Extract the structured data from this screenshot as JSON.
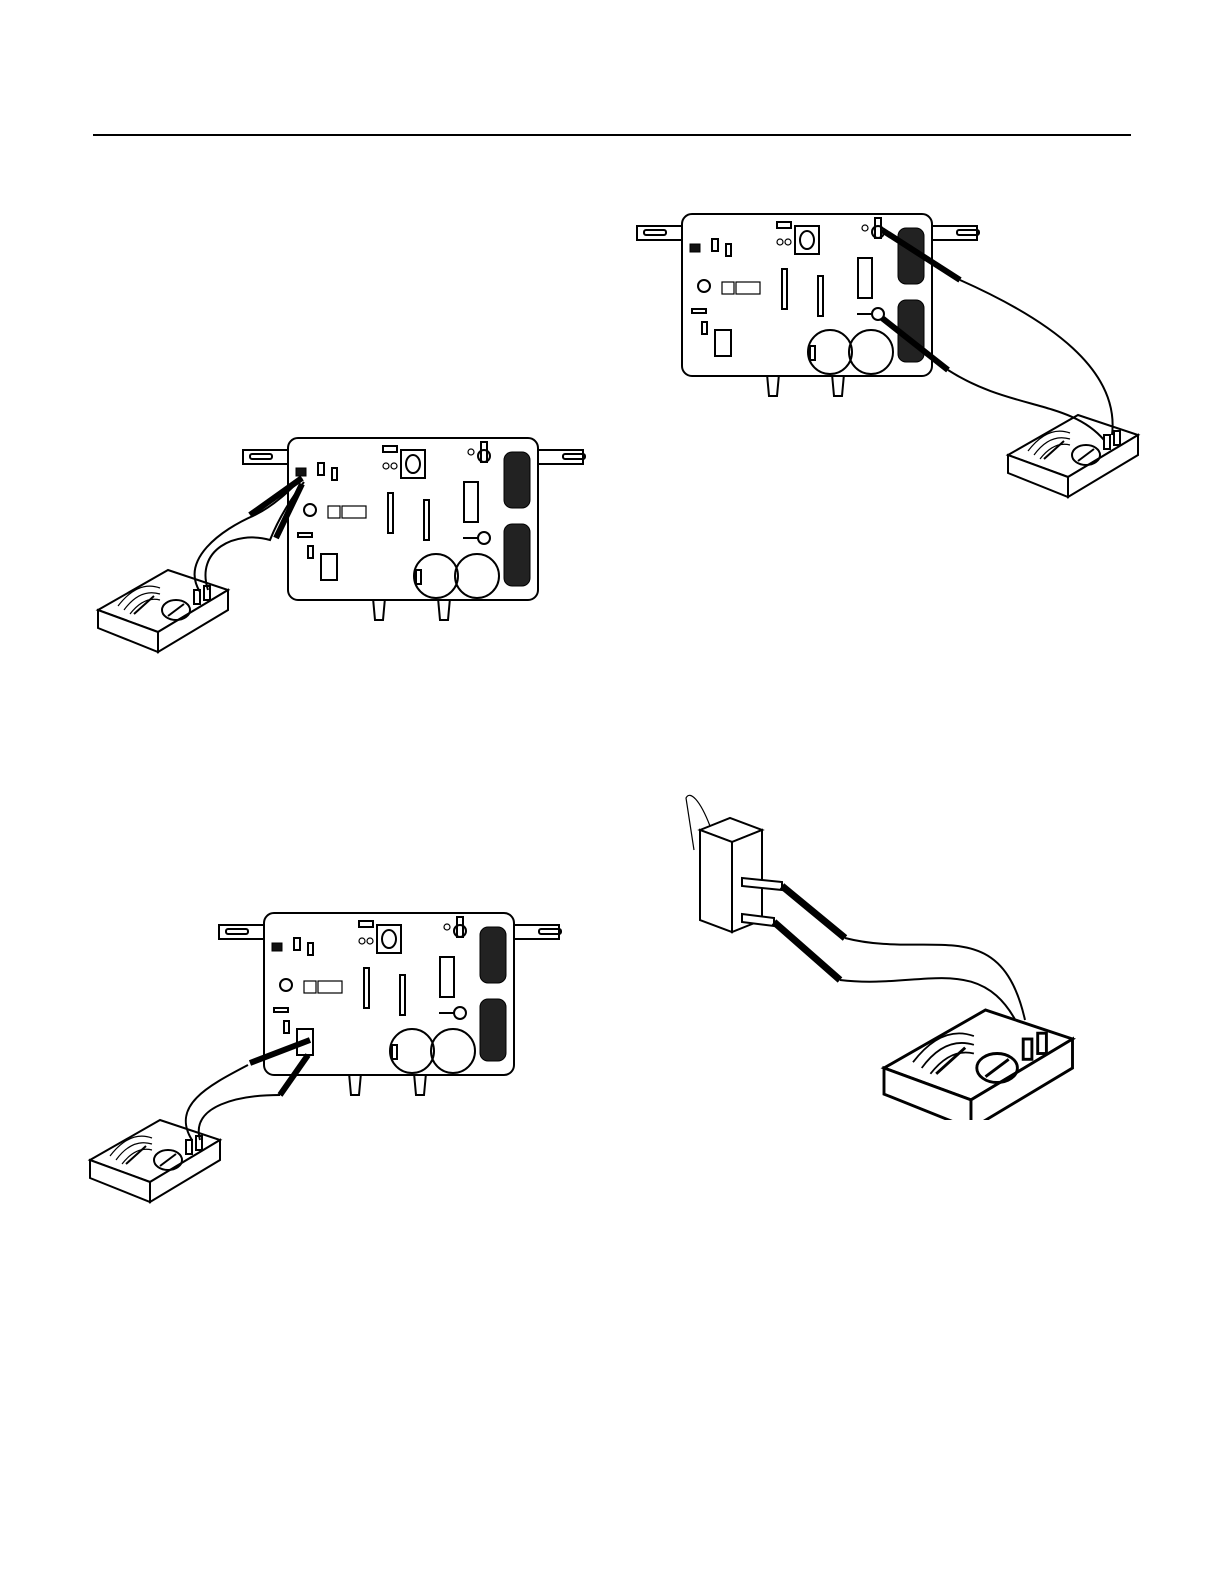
{
  "page": {
    "figures": [
      {
        "id": "fig-top-left",
        "subject": "control-board-continuity-test",
        "probe_location": "upper-left-terminal"
      },
      {
        "id": "fig-top-right",
        "subject": "control-board-continuity-test",
        "probe_location": "right-side-connectors"
      },
      {
        "id": "fig-bottom-left",
        "subject": "control-board-continuity-test",
        "probe_location": "center-receptacle"
      },
      {
        "id": "fig-bottom-right",
        "subject": "component-continuity-test",
        "probe_location": "spade-terminals"
      }
    ]
  }
}
